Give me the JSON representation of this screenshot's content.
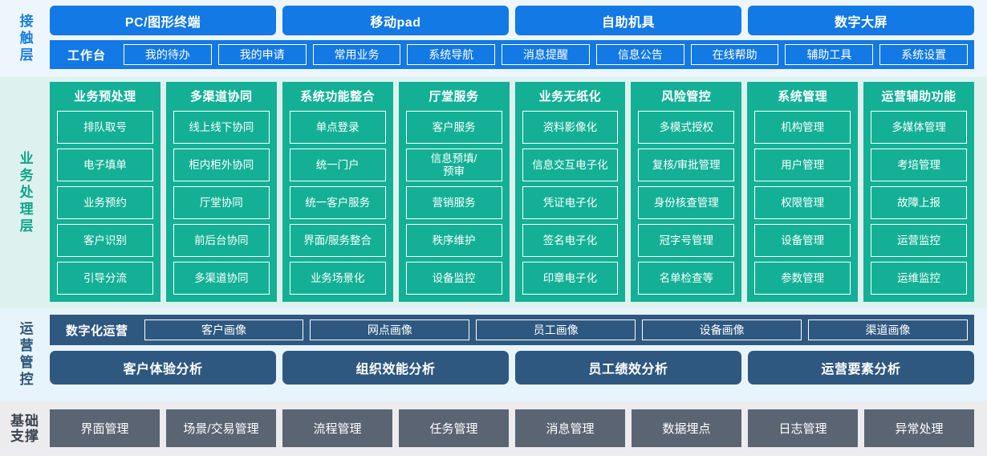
{
  "layers": {
    "contact": {
      "label": "接触层",
      "channels": [
        "PC/图形终端",
        "移动pad",
        "自助机具",
        "数字大屏"
      ],
      "nav_home": "工作台",
      "nav_items": [
        "我的待办",
        "我的申请",
        "常用业务",
        "系统导航",
        "消息提醒",
        "信息公告",
        "在线帮助",
        "辅助工具",
        "系统设置"
      ]
    },
    "business": {
      "label": "业务处理层",
      "columns": [
        {
          "title": "业务预处理",
          "items": [
            "排队取号",
            "电子填单",
            "业务预约",
            "客户识别",
            "引导分流"
          ]
        },
        {
          "title": "多渠道协同",
          "items": [
            "线上线下协同",
            "柜内柜外协同",
            "厅堂协同",
            "前后台协同",
            "多渠道协同"
          ]
        },
        {
          "title": "系统功能整合",
          "items": [
            "单点登录",
            "统一门户",
            "统一客户服务",
            "界面/服务整合",
            "业务场景化"
          ]
        },
        {
          "title": "厅堂服务",
          "items": [
            "客户服务",
            "信息预填/\n预审",
            "营销服务",
            "秩序维护",
            "设备监控"
          ]
        },
        {
          "title": "业务无纸化",
          "items": [
            "资料影像化",
            "信息交互电子化",
            "凭证电子化",
            "签名电子化",
            "印章电子化"
          ]
        },
        {
          "title": "风险管控",
          "items": [
            "多模式授权",
            "复核/审批管理",
            "身份核查管理",
            "冠字号管理",
            "名单检查等"
          ]
        },
        {
          "title": "系统管理",
          "items": [
            "机构管理",
            "用户管理",
            "权限管理",
            "设备管理",
            "参数管理"
          ]
        },
        {
          "title": "运营辅助功能",
          "items": [
            "多媒体管理",
            "考培管理",
            "故障上报",
            "运营监控",
            "运维监控"
          ]
        }
      ]
    },
    "operations": {
      "label": "运营管控",
      "portrait_title": "数字化运营",
      "portrait_items": [
        "客户画像",
        "网点画像",
        "员工画像",
        "设备画像",
        "渠道画像"
      ],
      "analysis_items": [
        "客户体验分析",
        "组织效能分析",
        "员工绩效分析",
        "运营要素分析"
      ]
    },
    "base": {
      "label_line1": "基础",
      "label_line2": "支撑",
      "items": [
        "界面管理",
        "场景/交易管理",
        "流程管理",
        "任务管理",
        "消息管理",
        "数据埋点",
        "日志管理",
        "异常处理"
      ]
    }
  },
  "colors": {
    "contact_band": "#eef6fd",
    "contact_accent": "#1379e4",
    "business_band": "#ddf2ee",
    "business_accent": "#13b096",
    "operations_band": "#e8f4fb",
    "operations_accent": "#2f5880",
    "base_band": "#ececee",
    "base_accent": "#5b6472"
  }
}
